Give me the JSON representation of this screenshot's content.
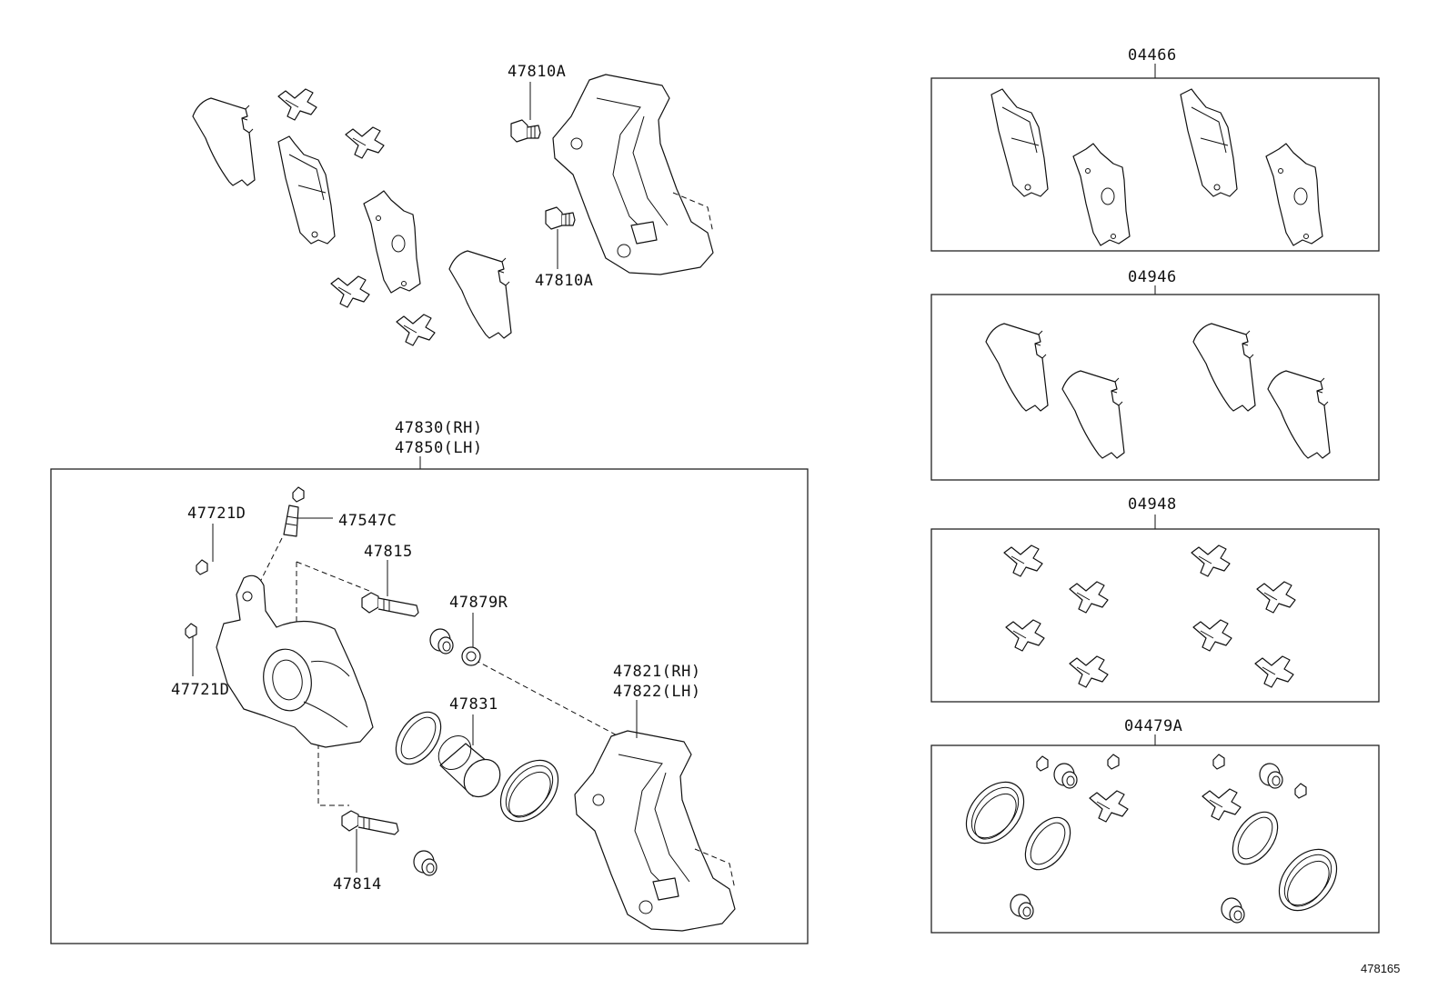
{
  "diagram": {
    "figure_number": "478165",
    "caliper_assembly": {
      "part_no_rh": "47830(RH)",
      "part_no_lh": "47850(LH)"
    },
    "labels": {
      "mount_bolt_upper": "47810A",
      "mount_bolt_lower": "47810A",
      "bleeder_cap_upper": "47721D",
      "bleeder_cap_lower": "47721D",
      "bleeder_plug": "47547C",
      "slide_pin_upper": "47815",
      "pin_boot": "47879R",
      "piston": "47831",
      "slide_pin_lower": "47814",
      "mounting_rh": "47821(RH)",
      "mounting_lh": "47822(LH)"
    },
    "kits": [
      {
        "id": "pad-kit",
        "part_no": "04466"
      },
      {
        "id": "anti-squeal-shim-kit",
        "part_no": "04946"
      },
      {
        "id": "pad-support-plate-kit",
        "part_no": "04948"
      },
      {
        "id": "cylinder-kit",
        "part_no": "04479A"
      }
    ]
  }
}
